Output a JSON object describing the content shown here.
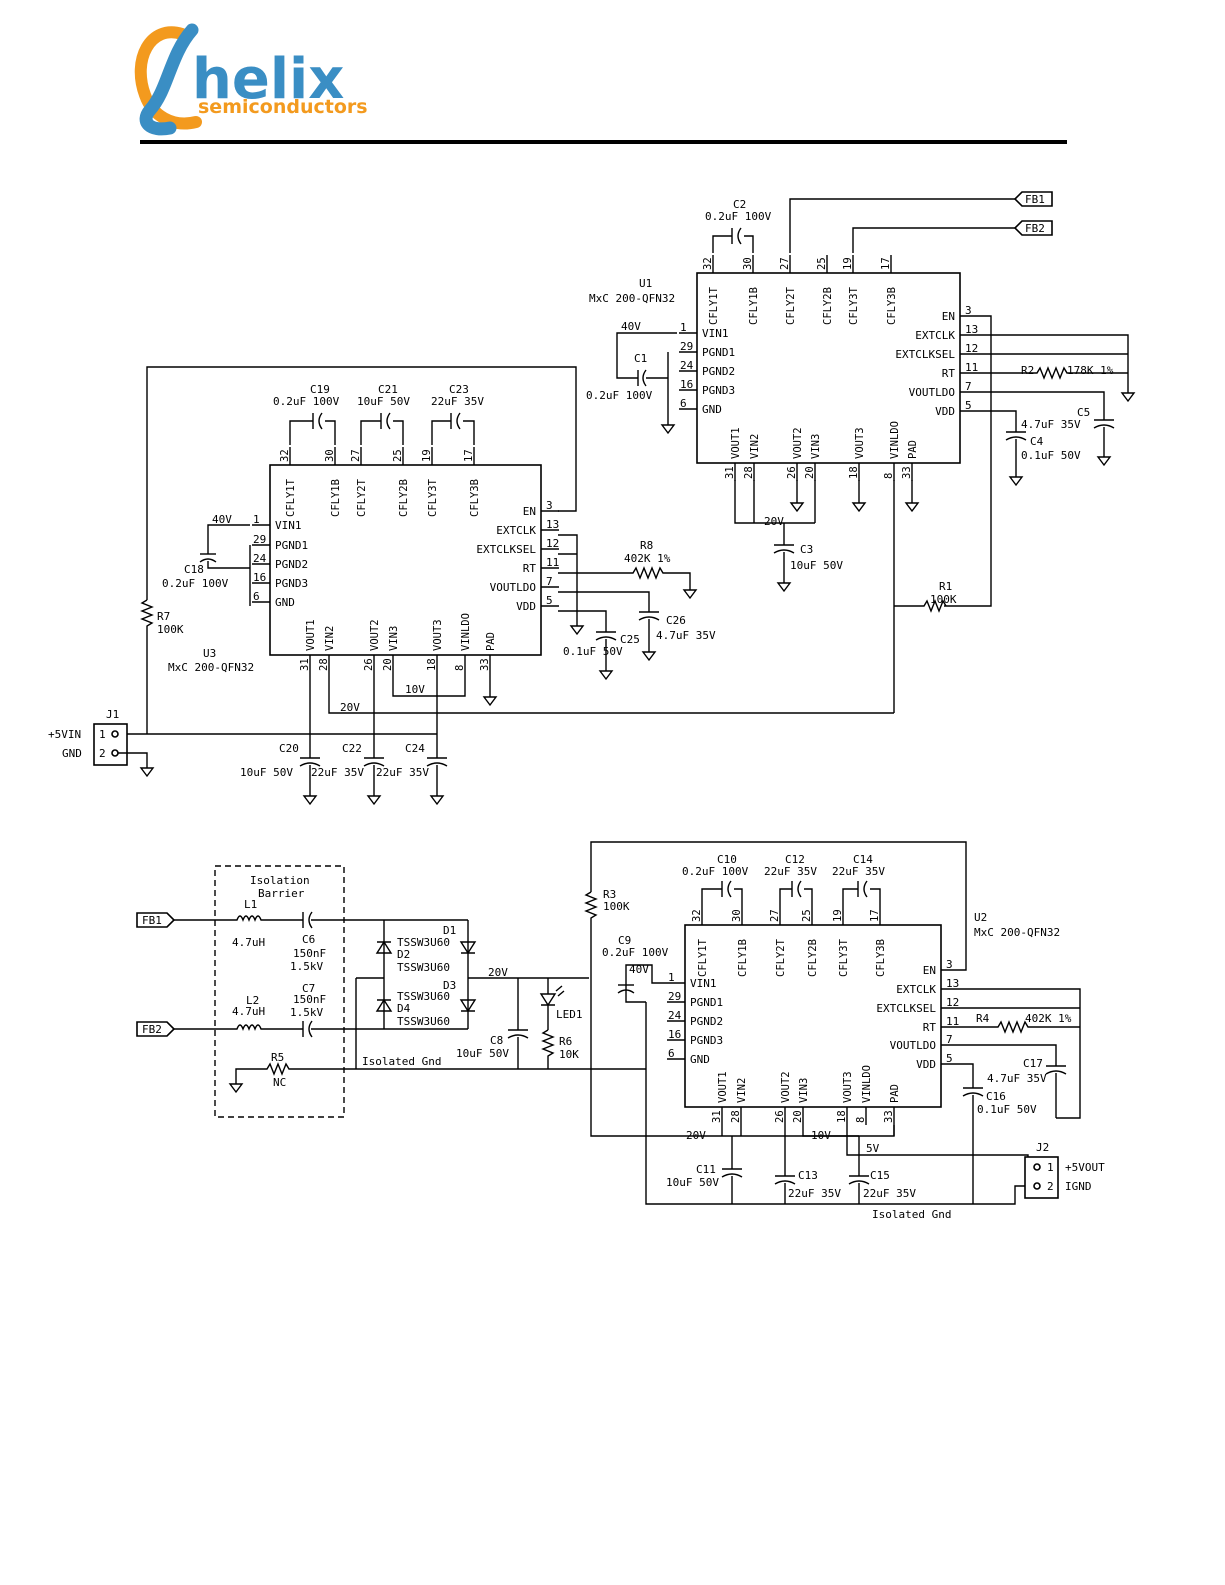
{
  "logo": {
    "word": "helix",
    "sub": "semiconductors",
    "mark_color": "#3a8ec4",
    "accent_color": "#f39a1e"
  },
  "ports": {
    "fb1": "FB1",
    "fb2": "FB2"
  },
  "ic_pins": {
    "top": [
      {
        "num": "32",
        "name": "CFLY1T"
      },
      {
        "num": "30",
        "name": "CFLY1B"
      },
      {
        "num": "27",
        "name": "CFLY2T"
      },
      {
        "num": "25",
        "name": "CFLY2B"
      },
      {
        "num": "19",
        "name": "CFLY3T"
      },
      {
        "num": "17",
        "name": "CFLY3B"
      }
    ],
    "left": [
      {
        "num": "1",
        "name": "VIN1"
      },
      {
        "num": "29",
        "name": "PGND1"
      },
      {
        "num": "24",
        "name": "PGND2"
      },
      {
        "num": "16",
        "name": "PGND3"
      },
      {
        "num": "6",
        "name": "GND"
      }
    ],
    "right": [
      {
        "num": "3",
        "name": "EN"
      },
      {
        "num": "13",
        "name": "EXTCLK"
      },
      {
        "num": "12",
        "name": "EXTCLKSEL"
      },
      {
        "num": "11",
        "name": "RT"
      },
      {
        "num": "7",
        "name": "VOUTLDO"
      },
      {
        "num": "5",
        "name": "VDD"
      }
    ],
    "bottom": [
      {
        "num": "31",
        "name": "VOUT1"
      },
      {
        "num": "28",
        "name": "VIN2"
      },
      {
        "num": "26",
        "name": "VOUT2"
      },
      {
        "num": "20",
        "name": "VIN3"
      },
      {
        "num": "18",
        "name": "VOUT3"
      },
      {
        "num": "8",
        "name": "VINLDO"
      },
      {
        "num": "33",
        "name": "PAD"
      }
    ]
  },
  "u1": {
    "ref": "U1",
    "part": "MxC 200-QFN32",
    "c2": {
      "ref": "C2",
      "val": "0.2uF 100V"
    },
    "c1": {
      "ref": "C1",
      "val": "0.2uF 100V"
    },
    "vin_net": "40V",
    "r2": {
      "ref": "R2",
      "val": "178K 1%"
    },
    "c5": {
      "ref": "C5",
      "val": "4.7uF 35V"
    },
    "c4": {
      "ref": "C4",
      "val": "0.1uF 50V"
    },
    "c3": {
      "ref": "C3",
      "val": "10uF 50V"
    },
    "net20": "20V",
    "r1": {
      "ref": "R1",
      "val": "100K"
    }
  },
  "u3": {
    "ref": "U3",
    "part": "MxC 200-QFN32",
    "c19": {
      "ref": "C19",
      "val": "0.2uF 100V"
    },
    "c21": {
      "ref": "C21",
      "val": "10uF 50V"
    },
    "c23": {
      "ref": "C23",
      "val": "22uF 35V"
    },
    "c18": {
      "ref": "C18",
      "val": "0.2uF 100V"
    },
    "vin_net": "40V",
    "r8": {
      "ref": "R8",
      "val": "402K 1%"
    },
    "c26": {
      "ref": "C26",
      "val": "4.7uF 35V"
    },
    "c25": {
      "ref": "C25",
      "val": "0.1uF 50V"
    },
    "r7": {
      "ref": "R7",
      "val": "100K"
    },
    "net10": "10V",
    "net20": "20V",
    "c20": {
      "ref": "C20",
      "val": "10uF 50V"
    },
    "c22": {
      "ref": "C22",
      "val": "22uF 35V"
    },
    "c24": {
      "ref": "C24",
      "val": "22uF 35V"
    }
  },
  "j1": {
    "ref": "J1",
    "pin1": "1",
    "pin2": "2",
    "label1": "+5VIN",
    "label2": "GND"
  },
  "isolation": {
    "title1": "Isolation",
    "title2": "Barrier",
    "l1": {
      "ref": "L1",
      "val": "4.7uH"
    },
    "l2": {
      "ref": "L2",
      "val": "4.7uH"
    },
    "c6": {
      "ref": "C6",
      "val1": "150nF",
      "val2": "1.5kV"
    },
    "c7": {
      "ref": "C7",
      "val1": "150nF",
      "val2": "1.5kV"
    },
    "r5": {
      "ref": "R5",
      "val": "NC"
    }
  },
  "rectifier": {
    "d1": {
      "ref": "D1",
      "val": "TSSW3U60"
    },
    "d2": {
      "ref": "D2",
      "val": "TSSW3U60"
    },
    "d3": {
      "ref": "D3",
      "val": "TSSW3U60"
    },
    "d4": {
      "ref": "D4",
      "val": "TSSW3U60"
    },
    "net20": "20V",
    "c8": {
      "ref": "C8",
      "val": "10uF 50V"
    },
    "led": "LED1",
    "r6": {
      "ref": "R6",
      "val": "10K"
    },
    "iso_gnd": "Isolated Gnd"
  },
  "u2": {
    "ref": "U2",
    "part": "MxC 200-QFN32",
    "r3": {
      "ref": "R3",
      "val": "100K"
    },
    "c10": {
      "ref": "C10",
      "val": "0.2uF 100V"
    },
    "c12": {
      "ref": "C12",
      "val": "22uF 35V"
    },
    "c14": {
      "ref": "C14",
      "val": "22uF 35V"
    },
    "c9": {
      "ref": "C9",
      "val": "0.2uF 100V"
    },
    "vin_net": "40V",
    "r4": {
      "ref": "R4",
      "val": "402K 1%"
    },
    "c17": {
      "ref": "C17",
      "val": "4.7uF 35V"
    },
    "c16": {
      "ref": "C16",
      "val": "0.1uF 50V"
    },
    "net20": "20V",
    "net10": "10V",
    "net5": "5V",
    "c11": {
      "ref": "C11",
      "val": "10uF 50V"
    },
    "c13": {
      "ref": "C13",
      "val": "22uF 35V"
    },
    "c15": {
      "ref": "C15",
      "val": "22uF 35V"
    },
    "iso_gnd": "Isolated Gnd"
  },
  "j2": {
    "ref": "J2",
    "pin1": "1",
    "pin2": "2",
    "label1": "+5VOUT",
    "label2": "IGND"
  }
}
